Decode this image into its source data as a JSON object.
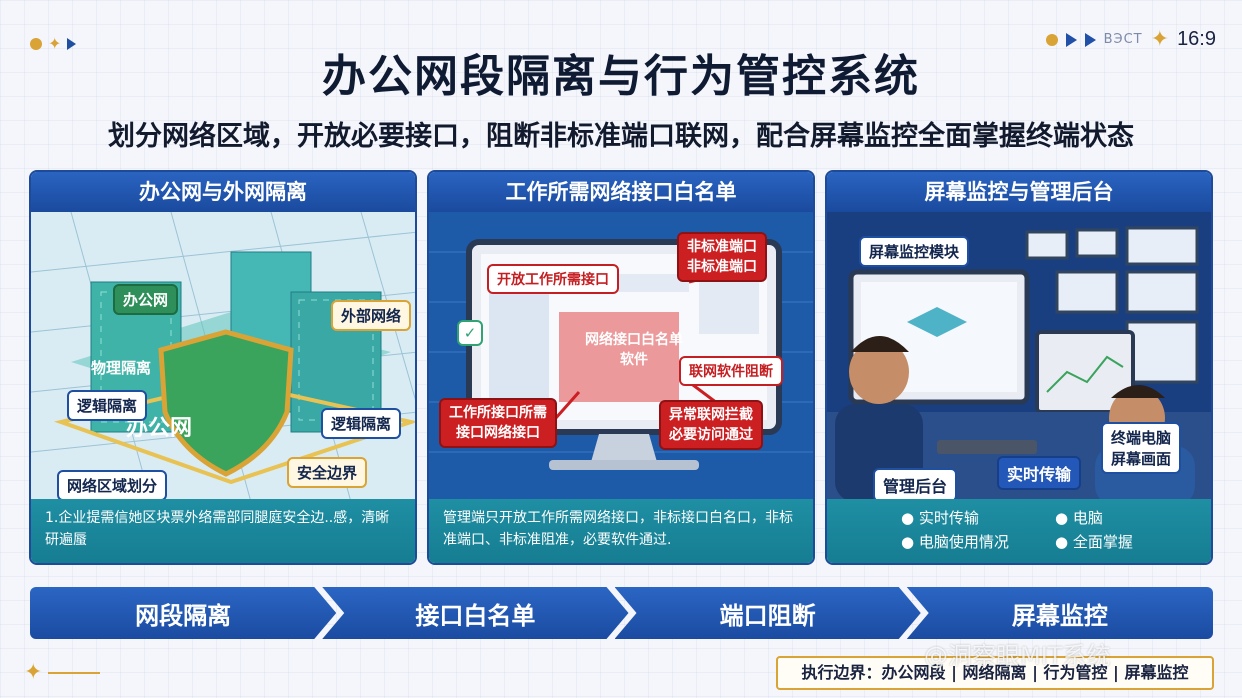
{
  "title": "办公网段隔离与行为管控系统",
  "subtitle": "划分网络区域，开放必要接口，阻断非标准端口联网，配合屏幕监控全面掌握终端状态",
  "corner": {
    "small_text": "ВЭСТ",
    "ratio": "16:9"
  },
  "colors": {
    "primary": "#1d4b99",
    "accent_gold": "#d9a336",
    "teal": "#1f8fa3",
    "alert_red": "#cc1f22",
    "shield_green": "#3aa35c"
  },
  "panels": [
    {
      "header": "办公网与外网隔离",
      "labels": {
        "office_net": "办公网",
        "external": "外部网络",
        "physical": "物理隔离",
        "logical_left": "逻辑隔离",
        "logical_right": "逻辑隔离",
        "zoning": "网络区域划分",
        "boundary": "安全边界",
        "shield": "办公网"
      },
      "footer": "1.企业提需信她区块票外络需部同腿庭安全边..感，清晰研遍蜃"
    },
    {
      "header": "工作所需网络接口白名单",
      "labels": {
        "open_ports": "开放工作所需接口",
        "nonstandard_1": "非标准端口",
        "nonstandard_2": "非标准端口",
        "whitelist_1": "网络接口白名单",
        "whitelist_2": "软件",
        "blocked": "联网软件阻断",
        "work_ports_1": "工作所接口所需",
        "work_ports_2": "接口网络接口",
        "intercept_1": "异常联网拦截",
        "intercept_2": "必要访问通过"
      },
      "footer": "管理端只开放工作所需网络接口，非标接口白名口，非标准端口、非标准阻准，必要软件通过."
    },
    {
      "header": "屏幕监控与管理后台",
      "labels": {
        "module": "屏幕监控模块",
        "terminal_1": "终端电脑",
        "terminal_2": "屏幕画面",
        "admin": "管理后台",
        "realtime": "实时传输"
      },
      "footer_items": [
        "实时传输",
        "电脑",
        "电脑使用情况",
        "全面掌握"
      ]
    }
  ],
  "flow": [
    "网段隔离",
    "接口白名单",
    "端口阻断",
    "屏幕监控"
  ],
  "boundary": "执行边界：办公网段 | 网络隔离 | 行为管控 | 屏幕监控",
  "watermark": "@洞察眼MIT系统"
}
